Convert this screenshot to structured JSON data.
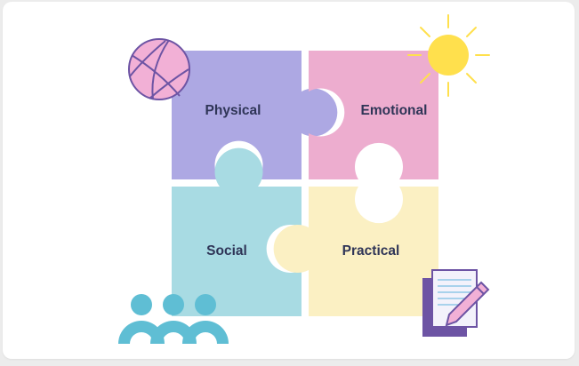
{
  "pieces": {
    "physical": {
      "label": "Physical",
      "color": "#ada8e3"
    },
    "emotional": {
      "label": "Emotional",
      "color": "#edadcf"
    },
    "social": {
      "label": "Social",
      "color": "#a8dbe3"
    },
    "practical": {
      "label": "Practical",
      "color": "#fbf0c3"
    }
  },
  "colors": {
    "sun": "#ffe04d",
    "basketball": "#f2b0d6",
    "basketball_lines": "#6d54a4",
    "people": "#5fbed4",
    "notepad": "#6d54a4"
  },
  "icons": [
    "basketball-icon",
    "sun-icon",
    "people-icon",
    "notepad-pencil-icon"
  ]
}
